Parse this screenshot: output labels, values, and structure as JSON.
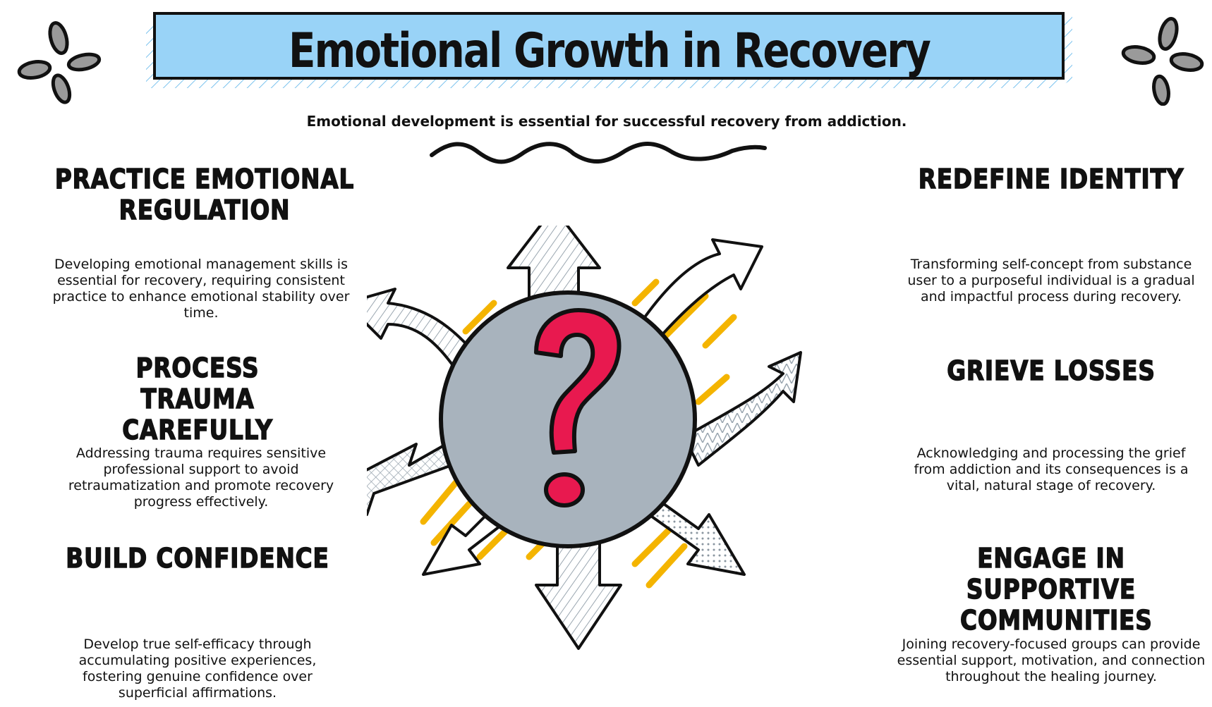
{
  "title": "Emotional Growth in Recovery",
  "subtitle": "Emotional development is essential for successful recovery from addiction.",
  "center_icon": "question-mark-icon",
  "colors": {
    "banner": "#99d3f7",
    "hub": "#a8b3bd",
    "question_mark": "#e8194f",
    "accent": "#f4b400",
    "ink": "#111111"
  },
  "left": [
    {
      "heading": "Practice Emotional Regulation",
      "text": "Developing emotional management skills is essential for recovery, requiring consistent practice to enhance emotional stability over time."
    },
    {
      "heading": "Process Trauma Carefully",
      "text": "Addressing trauma requires sensitive professional support to avoid retraumatization and promote recovery progress effectively."
    },
    {
      "heading": "Build Confidence",
      "text": "Develop true self-efficacy through accumulating positive experiences, fostering genuine confidence over superficial affirmations."
    }
  ],
  "right": [
    {
      "heading": "Redefine Identity",
      "text": "Transforming self-concept from substance user to a purposeful individual is a gradual and impactful process during recovery."
    },
    {
      "heading": "Grieve Losses",
      "text": "Acknowledging and processing the grief from addiction and its consequences is a vital, natural stage of recovery."
    },
    {
      "heading": "Engage in Supportive Communities",
      "text": "Joining recovery-focused groups can provide essential support, motivation, and connection throughout the healing journey."
    }
  ]
}
